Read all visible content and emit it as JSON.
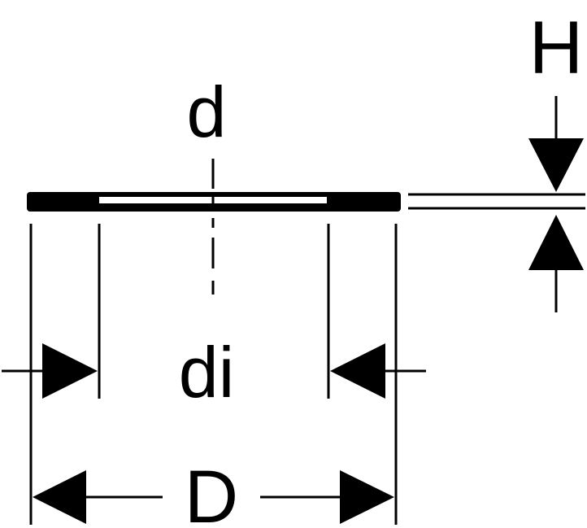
{
  "labels": {
    "d": "d",
    "di": "di",
    "D": "D",
    "H": "H"
  },
  "colors": {
    "ink": "#000000",
    "background": "#ffffff"
  }
}
